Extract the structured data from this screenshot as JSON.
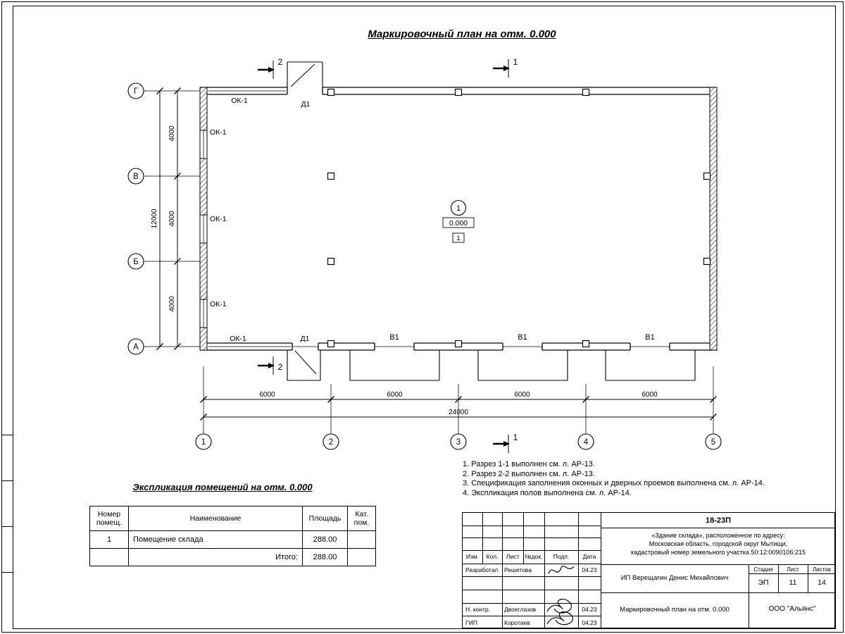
{
  "page_title": "Маркировочный план на отм. 0.000",
  "plan": {
    "axis_rows": [
      "Г",
      "В",
      "Б",
      "А"
    ],
    "axis_cols": [
      "1",
      "2",
      "3",
      "4",
      "5"
    ],
    "dim_v": [
      "4000",
      "4000",
      "4000"
    ],
    "dim_v_total": "12000",
    "dim_h": [
      "6000",
      "6000",
      "6000",
      "6000"
    ],
    "dim_h_total": "24000",
    "window_label": "ОК-1",
    "door_label": "Д1",
    "gate_label": "В1",
    "section_1": "1",
    "section_2": "2",
    "room": {
      "number": "1",
      "elevation": "0.000",
      "floor": "1"
    }
  },
  "notes": {
    "lines": [
      "1. Разрез 1-1 выполнен см. л. АР-13.",
      "2. Разрез 2-2 выполнен см. л. АР-13.",
      "3. Спецификация заполнения оконных и дверных проемов выполнена см. л. АР-14.",
      "4. Экспликация полов выполнена см. л. АР-14."
    ]
  },
  "explication": {
    "heading": "Экспликация помещений на отм. 0.000",
    "col_number": "Номер помещ.",
    "col_name": "Наименование",
    "col_area": "Площадь",
    "col_cat": "Кат. пом.",
    "row1": {
      "number": "1",
      "name": "Помещение склада",
      "area": "288.00"
    },
    "total_label": "Итого:",
    "total_value": "288.00"
  },
  "title_block": {
    "code": "18-23П",
    "project_line1": "«Здание склада», расположенное по адресу:",
    "project_line2": "Московская область, городской округ Мытищи,",
    "project_line3": "кадастровый номер земельного участка 50:12:0090106:215",
    "headers": [
      "Изм.",
      "Кол.",
      "Лист",
      "№док.",
      "Подп.",
      "Дата"
    ],
    "developed_label": "Разработал",
    "developed_name": "Решетова",
    "ncontr_label": "Н. контр.",
    "ncontr_name": "Двоеглазов",
    "gip_label": "ГИП",
    "gip_name": "Коротаев",
    "date1": "04.23",
    "date2": "04.23",
    "date3": "04.23",
    "client": "ИП Верещагин Денис Михайлович",
    "stage_label": "Стадия",
    "sheet_label": "Лист",
    "sheets_label": "Листов",
    "stage": "ЭП",
    "sheet": "11",
    "sheets": "14",
    "doc_title": "Маркировочный план на отм. 0.000",
    "org": "ООО \"Альянс\""
  }
}
